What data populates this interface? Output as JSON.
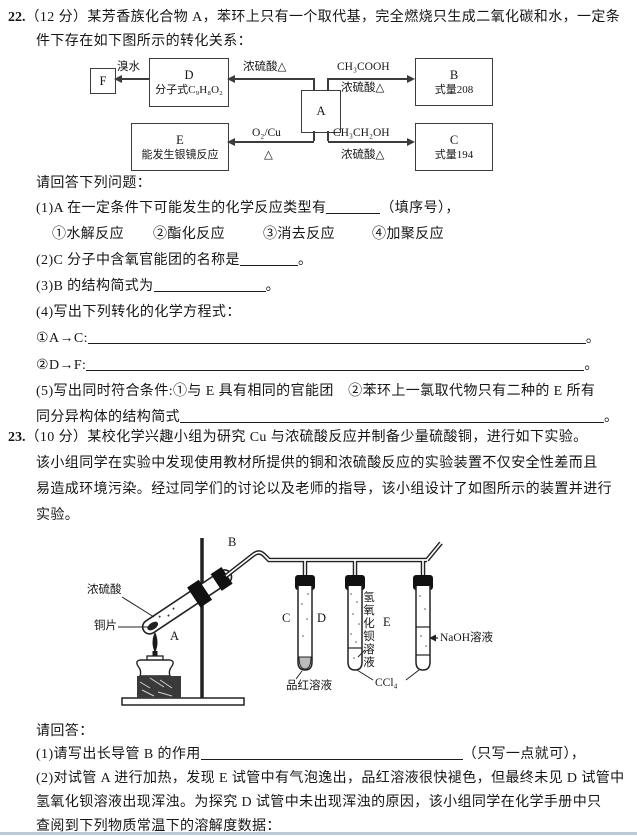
{
  "q22": {
    "num": "22.",
    "line1": "（12 分）某芳香族化合物 A，苯环上只有一个取代基，完全燃烧只生成二氧化碳和水，一定条",
    "line2": "件下存在如下图所示的转化关系：",
    "flow": {
      "f": "F",
      "d_title": "D",
      "d_desc": "分子式C₉H₈O₂",
      "a": "A",
      "b_title": "B",
      "b_desc": "式量208",
      "e_title": "E",
      "e_desc": "能发生银镜反应",
      "c_title": "C",
      "c_desc": "式量194",
      "lbl_bromine": "溴水",
      "lbl_ad": "浓硫酸△",
      "lbl_ab_top": "CH₃COOH",
      "lbl_ab_bottom": "浓硫酸△",
      "lbl_ae_top": "O₂/Cu",
      "lbl_ae_bottom": "△",
      "lbl_ac_top": "CH₃CH₂OH",
      "lbl_ac_bottom": "浓硫酸△"
    },
    "ask": "请回答下列问题：",
    "q1a": "(1)A 在一定条件下可能发生的化学反应类型有",
    "q1b": "（填序号），",
    "opts": [
      "①水解反应",
      "②酯化反应",
      "③消去反应",
      "④加聚反应"
    ],
    "q2a": "(2)C 分子中含氧官能团的名称是",
    "q2b": "。",
    "q3a": "(3)B 的结构简式为",
    "q3b": "。",
    "q4": "(4)写出下列转化的化学方程式：",
    "q4_1a": "①A→C:",
    "q4_1b": "。",
    "q4_2a": "②D→F:",
    "q4_2b": "。",
    "q5l1": "(5)写出同时符合条件:①与 E 具有相同的官能团　②苯环上一氯取代物只有二种的 E 所有",
    "q5l2a": "同分异构体的结构简式",
    "q5l2b": "。"
  },
  "q23": {
    "num": "23.",
    "line1": "（10 分）某校化学兴趣小组为研究 Cu 与浓硫酸反应并制备少量硫酸铜，进行如下实验。",
    "line2": "该小组同学在实验中发现使用教材所提供的铜和浓硫酸反应的实验装置不仅安全性差而且",
    "line3": "易造成环境污染。经过同学们的讨论以及老师的指导，该小组设计了如图所示的装置并进行",
    "line4": "实验。",
    "fig": {
      "acid": "浓硫酸",
      "copper": "铜片",
      "a": "A",
      "b": "B",
      "c": "C",
      "d": "D",
      "e": "E",
      "fuchsin": "品红溶液",
      "baoh": "氢氧化钡溶液",
      "ccl4": "CCl₄",
      "naoh": "NaOH溶液"
    },
    "ask": "请回答：",
    "q1a": "(1)请写出长导管 B 的作用",
    "q1b": "（只写一点就可），",
    "q2l1": "(2)对试管 A 进行加热，发现 E 试管中有气泡逸出，品红溶液很快褪色，但最终未见 D 试管中",
    "q2l2": "氢氧化钡溶液出现浑浊。为探究 D 试管中未出现浑浊的原因，该小组同学在化学手册中只",
    "q2l3": "查阅到下列物质常温下的溶解度数据："
  }
}
